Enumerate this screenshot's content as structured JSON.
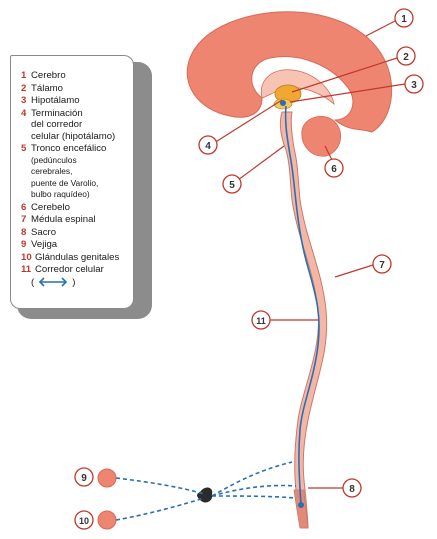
{
  "legend": {
    "items": [
      {
        "num": "1",
        "text": "Cerebro"
      },
      {
        "num": "2",
        "text": "Tálamo"
      },
      {
        "num": "3",
        "text": "Hipotálamo"
      },
      {
        "num": "4",
        "text": "Terminación\ndel corredor\ncelular (hipotálamo)"
      },
      {
        "num": "5",
        "text": "Tronco encefálico",
        "note": "(pedúnculos\ncerebrales,\npuente de Varolio,\nbulbo raquídeo)"
      },
      {
        "num": "6",
        "text": "Cerebelo"
      },
      {
        "num": "7",
        "text": "Médula espinal"
      },
      {
        "num": "8",
        "text": "Sacro"
      },
      {
        "num": "9",
        "text": "Vejiga"
      },
      {
        "num": "10",
        "text": "Glándulas genitales"
      },
      {
        "num": "11",
        "text": "Corredor celular"
      }
    ],
    "paren_open": "(",
    "paren_close": ")"
  },
  "callouts": [
    "1",
    "2",
    "3",
    "4",
    "5",
    "6",
    "7",
    "8",
    "9",
    "10",
    "11"
  ],
  "colors": {
    "brain": "#ee8570",
    "brain_inner": "#f7c3b4",
    "thalamus": "#f0a830",
    "corridor": "#2a6fb5",
    "callout_line": "#c0392b",
    "cord": "#f4b7a6"
  }
}
